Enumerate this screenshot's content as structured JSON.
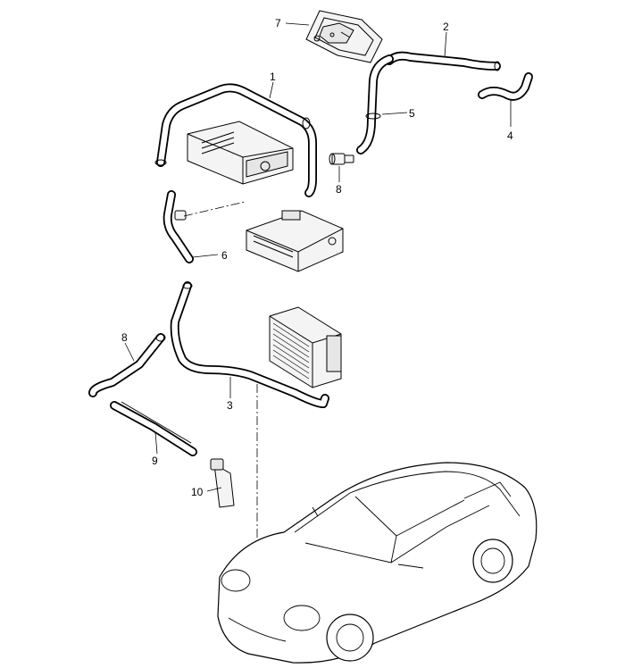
{
  "diagram": {
    "callouts": [
      {
        "id": "c1",
        "text": "1"
      },
      {
        "id": "c2",
        "text": "2"
      },
      {
        "id": "c3",
        "text": "3"
      },
      {
        "id": "c4",
        "text": "4"
      },
      {
        "id": "c5",
        "text": "5"
      },
      {
        "id": "c6",
        "text": "6"
      },
      {
        "id": "c7",
        "text": "7"
      },
      {
        "id": "c8a",
        "text": "8"
      },
      {
        "id": "c8b",
        "text": "8"
      },
      {
        "id": "c9",
        "text": "9"
      },
      {
        "id": "c10",
        "text": "10"
      }
    ]
  }
}
